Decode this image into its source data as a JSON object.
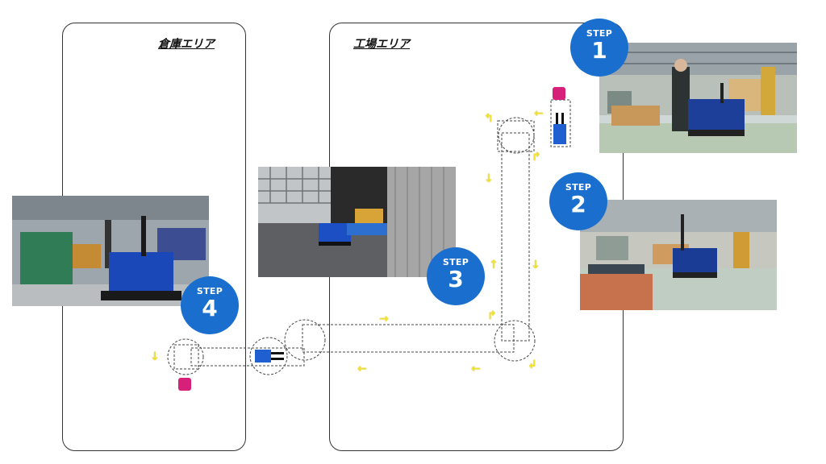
{
  "areas": {
    "warehouse": {
      "title": "倉庫エリア"
    },
    "factory": {
      "title": "工場エリア"
    }
  },
  "steps": [
    {
      "label": "STEP",
      "number": "1"
    },
    {
      "label": "STEP",
      "number": "2"
    },
    {
      "label": "STEP",
      "number": "3"
    },
    {
      "label": "STEP",
      "number": "4"
    }
  ],
  "colors": {
    "badge": "#1a6fce",
    "robot": "#1f5fd0",
    "station": "#d6207a",
    "arrow": "#f3e230"
  },
  "icons": {
    "direction": "arrow-icon",
    "robot": "agv-robot-icon",
    "station": "pickup-station-icon"
  }
}
